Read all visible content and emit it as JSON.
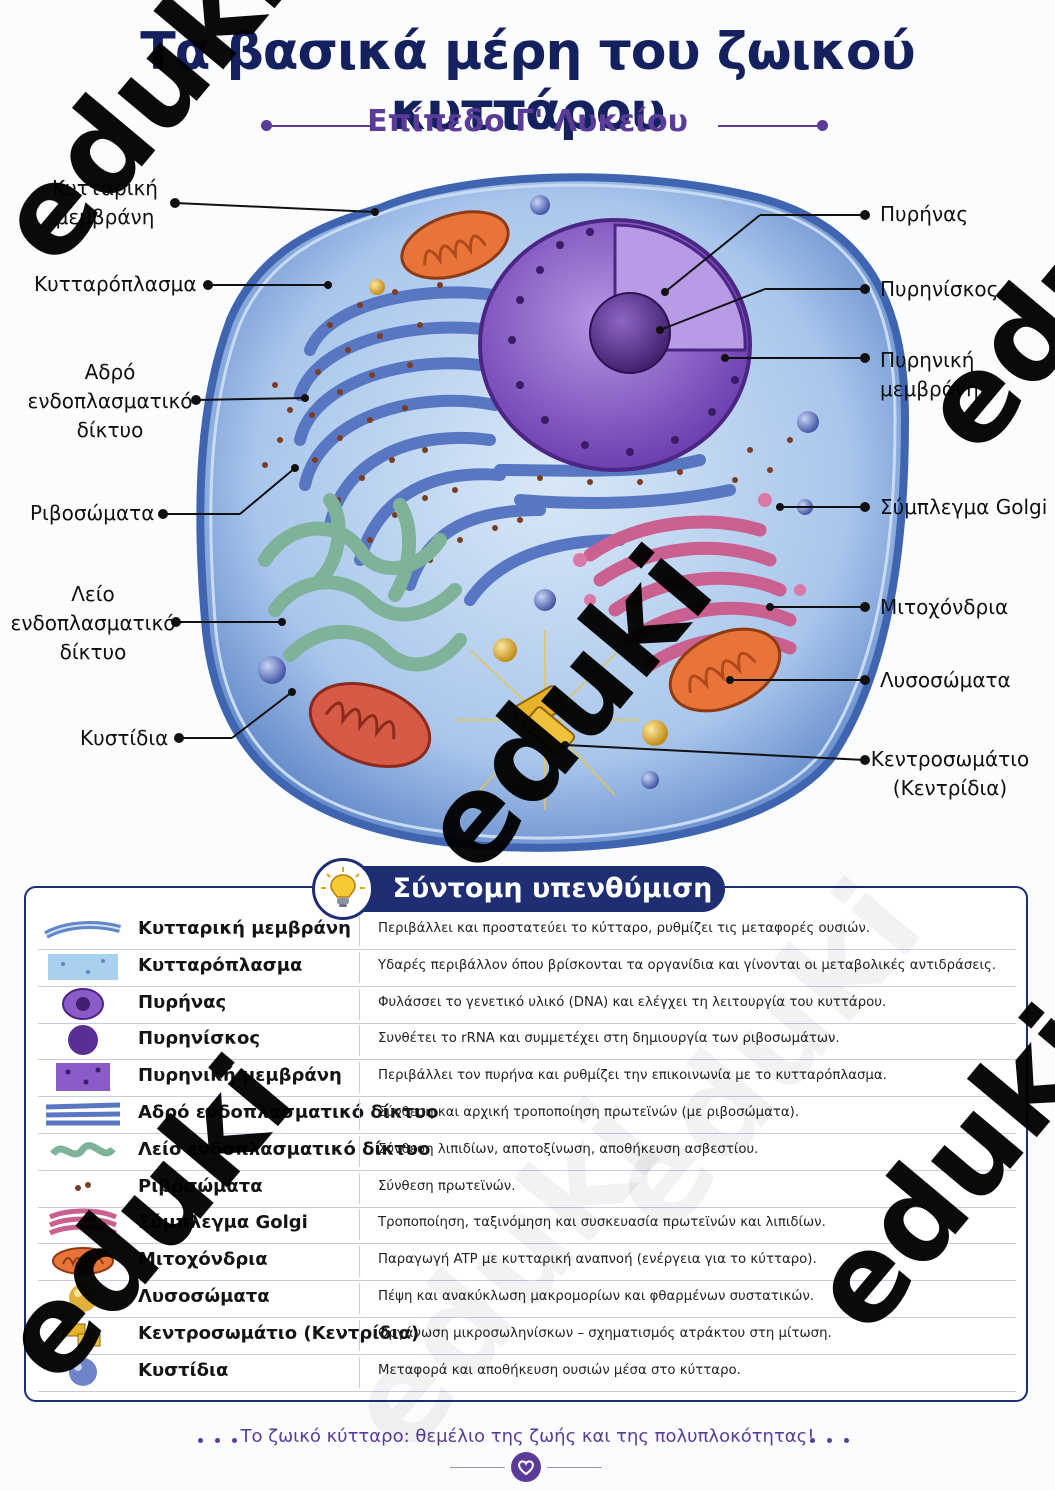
{
  "title": "Τα βασικά μέρη του ζωικού κυττάρου",
  "subtitle": "Επίπεδο Γ' Λυκείου",
  "diagram_labels": {
    "left": [
      {
        "id": "cell-membrane",
        "text": "Κυτταρική μεμβράνη"
      },
      {
        "id": "cytoplasm",
        "text": "Κυτταρόπλασμα"
      },
      {
        "id": "rough-er",
        "text": "Αδρό ενδοπλασματικό δίκτυο"
      },
      {
        "id": "ribosomes",
        "text": "Ριβοσώματα"
      },
      {
        "id": "smooth-er",
        "text": "Λείο ενδοπλασματικό δίκτυο"
      },
      {
        "id": "vesicles",
        "text": "Κυστίδια"
      }
    ],
    "right": [
      {
        "id": "nucleus",
        "text": "Πυρήνας"
      },
      {
        "id": "nucleolus",
        "text": "Πυρηνίσκος"
      },
      {
        "id": "nuclear-membrane",
        "text": "Πυρηνική μεμβράνη"
      },
      {
        "id": "golgi",
        "text": "Σύμπλεγμα Golgi"
      },
      {
        "id": "mitochondria",
        "text": "Μιτοχόνδρια"
      },
      {
        "id": "lysosomes",
        "text": "Λυσοσώματα"
      },
      {
        "id": "centrosome",
        "text": "Κεντροσωμάτιο (Κεντρίδια)"
      }
    ]
  },
  "summary": {
    "title": "Σύντομη υπενθύμιση",
    "rows": [
      {
        "thumb": "membrane-thumb",
        "name": "Κυτταρική μεμβράνη",
        "desc": "Περιβάλλει και προστατεύει το κύτταρο, ρυθμίζει τις μεταφορές ουσιών."
      },
      {
        "thumb": "cytoplasm-thumb",
        "name": "Κυτταρόπλασμα",
        "desc": "Υδαρές περιβάλλον όπου βρίσκονται τα οργανίδια και γίνονται οι μεταβολικές αντιδράσεις."
      },
      {
        "thumb": "nucleus-thumb",
        "name": "Πυρήνας",
        "desc": "Φυλάσσει το γενετικό υλικό (DNA) και ελέγχει τη λειτουργία του κυττάρου."
      },
      {
        "thumb": "nucleolus-thumb",
        "name": "Πυρηνίσκος",
        "desc": "Συνθέτει το rRNA και συμμετέχει στη δημιουργία των ριβοσωμάτων."
      },
      {
        "thumb": "nuclear-membrane-thumb",
        "name": "Πυρηνική μεμβράνη",
        "desc": "Περιβάλλει τον πυρήνα και ρυθμίζει την επικοινωνία με το κυτταρόπλασμα."
      },
      {
        "thumb": "rough-er-thumb",
        "name": "Αδρό ενδοπλασματικό δίκτυο",
        "desc": "Σύνθεση και αρχική τροποποίηση πρωτεϊνών (με ριβοσώματα)."
      },
      {
        "thumb": "smooth-er-thumb",
        "name": "Λείο ενδοπλασματικό δίκτυο",
        "desc": "Σύνθεση λιπιδίων, αποτοξίνωση, αποθήκευση ασβεστίου."
      },
      {
        "thumb": "ribosome-thumb",
        "name": "Ριβοσώματα",
        "desc": "Σύνθεση πρωτεϊνών."
      },
      {
        "thumb": "golgi-thumb",
        "name": "Σύμπλεγμα Golgi",
        "desc": "Τροποποίηση, ταξινόμηση και συσκευασία πρωτεϊνών και λιπιδίων."
      },
      {
        "thumb": "mitochondrion-thumb",
        "name": "Μιτοχόνδρια",
        "desc": "Παραγωγή ATP με κυτταρική αναπνοή (ενέργεια για το κύτταρο)."
      },
      {
        "thumb": "lysosome-thumb",
        "name": "Λυσοσώματα",
        "desc": "Πέψη και ανακύκλωση μακρομορίων και φθαρμένων συστατικών."
      },
      {
        "thumb": "centrosome-thumb",
        "name": "Κεντροσωμάτιο (Κεντρίδια)",
        "desc": "Οργάνωση μικροσωληνίσκων – σχηματισμός ατράκτου στη μίτωση."
      },
      {
        "thumb": "vesicle-thumb",
        "name": "Κυστίδια",
        "desc": "Μεταφορά και αποθήκευση ουσιών μέσα στο κύτταρο."
      }
    ]
  },
  "footer": "Το ζωικό κύτταρο: θεμέλιο της ζωής και της πολυπλοκότητας!",
  "watermark": "eduki",
  "icons": {
    "summary": "lightbulb-icon",
    "footer": "heart-emblem-icon"
  },
  "colors": {
    "navy": "#1f2d72",
    "purple": "#5b3b98",
    "cell_blue": "#6f98d6",
    "nucleus": "#8a5cc8",
    "golgi": "#c9608f",
    "mito": "#e8743a",
    "smooth_er": "#87b8a2",
    "lysosome": "#e0b13a"
  }
}
